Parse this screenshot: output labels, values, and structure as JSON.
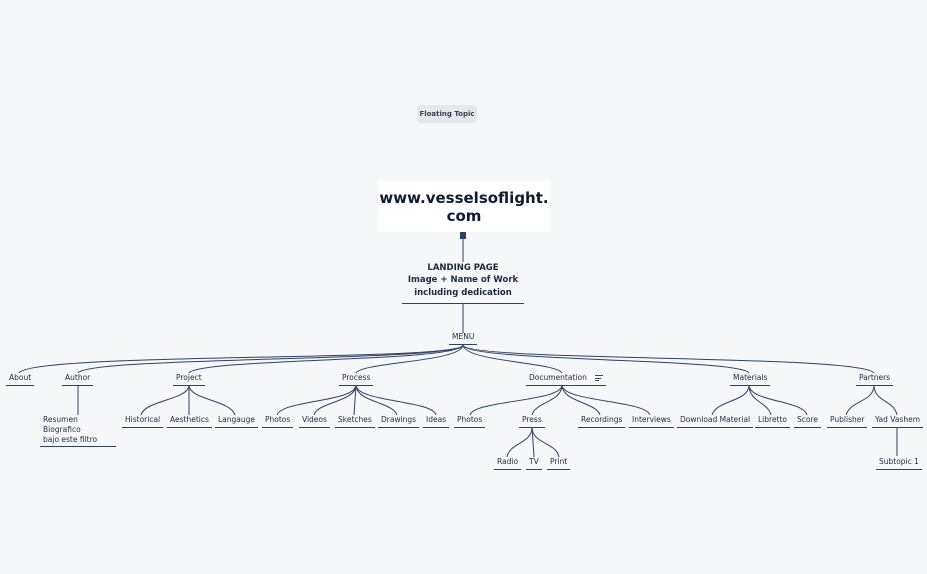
{
  "floating_topic": "Floating Topic",
  "central": "www.vesselsoflight.\ncom",
  "landing": "LANDING PAGE\nImage + Name of Work\nincluding dedication",
  "menu": "MENU",
  "branches": {
    "about": "About",
    "author": "Author",
    "author_children": [
      "Resumen Biografico\nbajo este filtro"
    ],
    "project": "Project",
    "project_children": [
      "Historical",
      "Aesthetics",
      "Langauge"
    ],
    "process": "Process",
    "process_children": [
      "Photos",
      "Videos",
      "Sketches",
      "Drawings",
      "Ideas"
    ],
    "documentation": "Documentation",
    "documentation_children": [
      "Photos",
      "Press",
      "Recordings",
      "Interviews"
    ],
    "press_children": [
      "Radio",
      "TV",
      "Print"
    ],
    "materials": "Materials",
    "materials_children": [
      "Download Material",
      "Libretto",
      "Score"
    ],
    "partners": "Partners",
    "partners_children": [
      "Publisher",
      "Yad Vashem"
    ],
    "yad_children": [
      "Subtopic 1"
    ]
  },
  "colors": {
    "line": "#2f4066",
    "background": "#f6f7f9",
    "central_bg": "#ffffff",
    "floating_bg": "#e6e7ea"
  },
  "icons": [
    "notes-icon"
  ]
}
